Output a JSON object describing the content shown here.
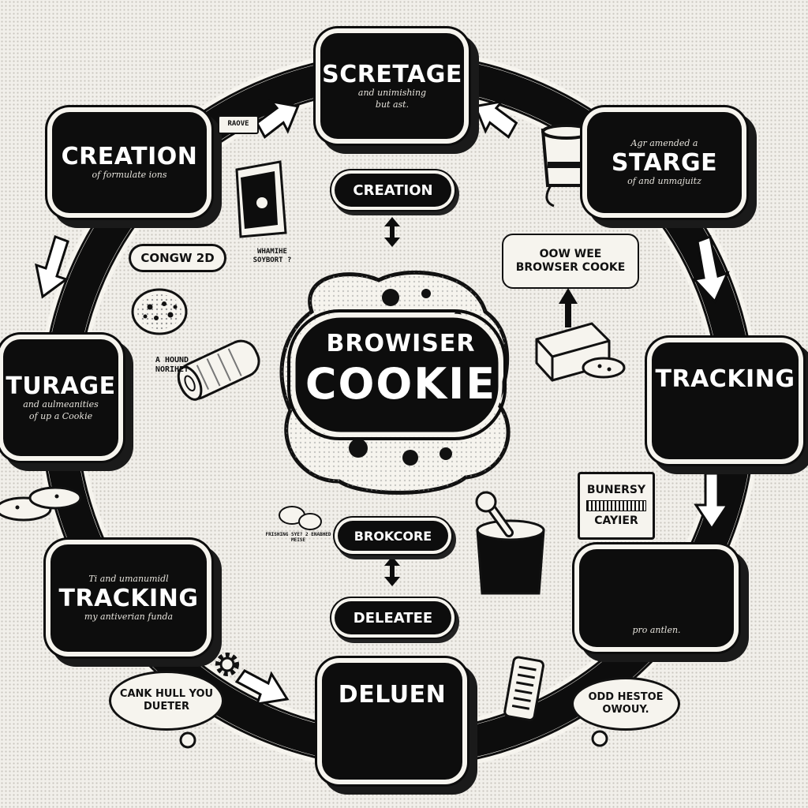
{
  "stages": [
    {
      "title": "SCRETAGE",
      "sub": [
        "and unimishing",
        "but ast."
      ]
    },
    {
      "title": "CREATION",
      "sub": [
        "of formulate ions"
      ]
    },
    {
      "title": "STARGE",
      "sub": [
        "Agr amended a",
        "of and unmajuitz"
      ]
    },
    {
      "title": "TURAGE",
      "sub": [
        "and aulmeanities",
        "of up a Cookie"
      ]
    },
    {
      "title": "TRACKING",
      "sub": []
    },
    {
      "title": "TRACKING",
      "sub": [
        "Ti and umanumidl",
        "my antiverian funda"
      ]
    },
    {
      "title": "DELUEN",
      "sub": []
    },
    {
      "title": "",
      "sub": [
        "pro antlen."
      ]
    }
  ],
  "center": {
    "line1": "BROWISER",
    "line2": "COOKIE"
  },
  "pills": {
    "top": "CREATION",
    "bottom_upper": "BROKCORE",
    "bottom_lower": "DELEATEE",
    "left": "CONGW 2D"
  },
  "notes": {
    "browser_cookie": [
      "OOW WEE",
      "BROWSER COOKE"
    ],
    "bunersy": [
      "BUNERSY",
      "CAYIER"
    ],
    "raove": "RAOVE",
    "sovbort": [
      "WHAMIHE",
      "SOYBORT ?"
    ],
    "a_hound": [
      "A HOUND",
      "NORIHET"
    ],
    "frishing": "FRISHING SYE? 2 ENABHED MEISE"
  },
  "clouds": {
    "left": [
      "CANK HULL YOU",
      "DUETER"
    ],
    "right": [
      "ODD HESTOE",
      "OWOUY."
    ]
  },
  "icons": [
    "cookie-icon",
    "cookie-stack-icon",
    "cup-icon",
    "door-icon",
    "rolled-paper-icon",
    "cake-slice-icon",
    "pot-icon",
    "gear-icon",
    "tag-icon"
  ],
  "colors": {
    "background": "#f1efea",
    "ink": "#0d0d0d",
    "paper": "#f6f4ee"
  }
}
